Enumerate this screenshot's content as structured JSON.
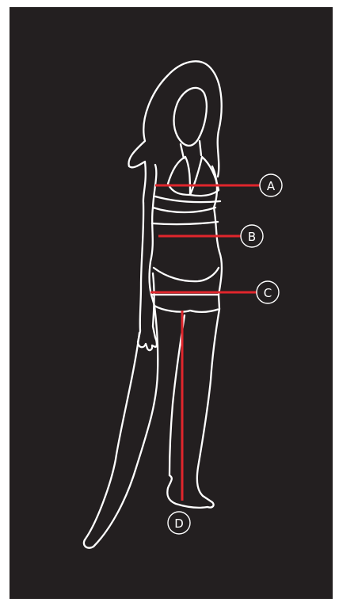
{
  "colors": {
    "background": "#231f20",
    "outline": "#ffffff",
    "measure_line": "#e0262c"
  },
  "markers": [
    {
      "id": "A",
      "label": "A"
    },
    {
      "id": "B",
      "label": "B"
    },
    {
      "id": "C",
      "label": "C"
    },
    {
      "id": "D",
      "label": "D"
    }
  ]
}
